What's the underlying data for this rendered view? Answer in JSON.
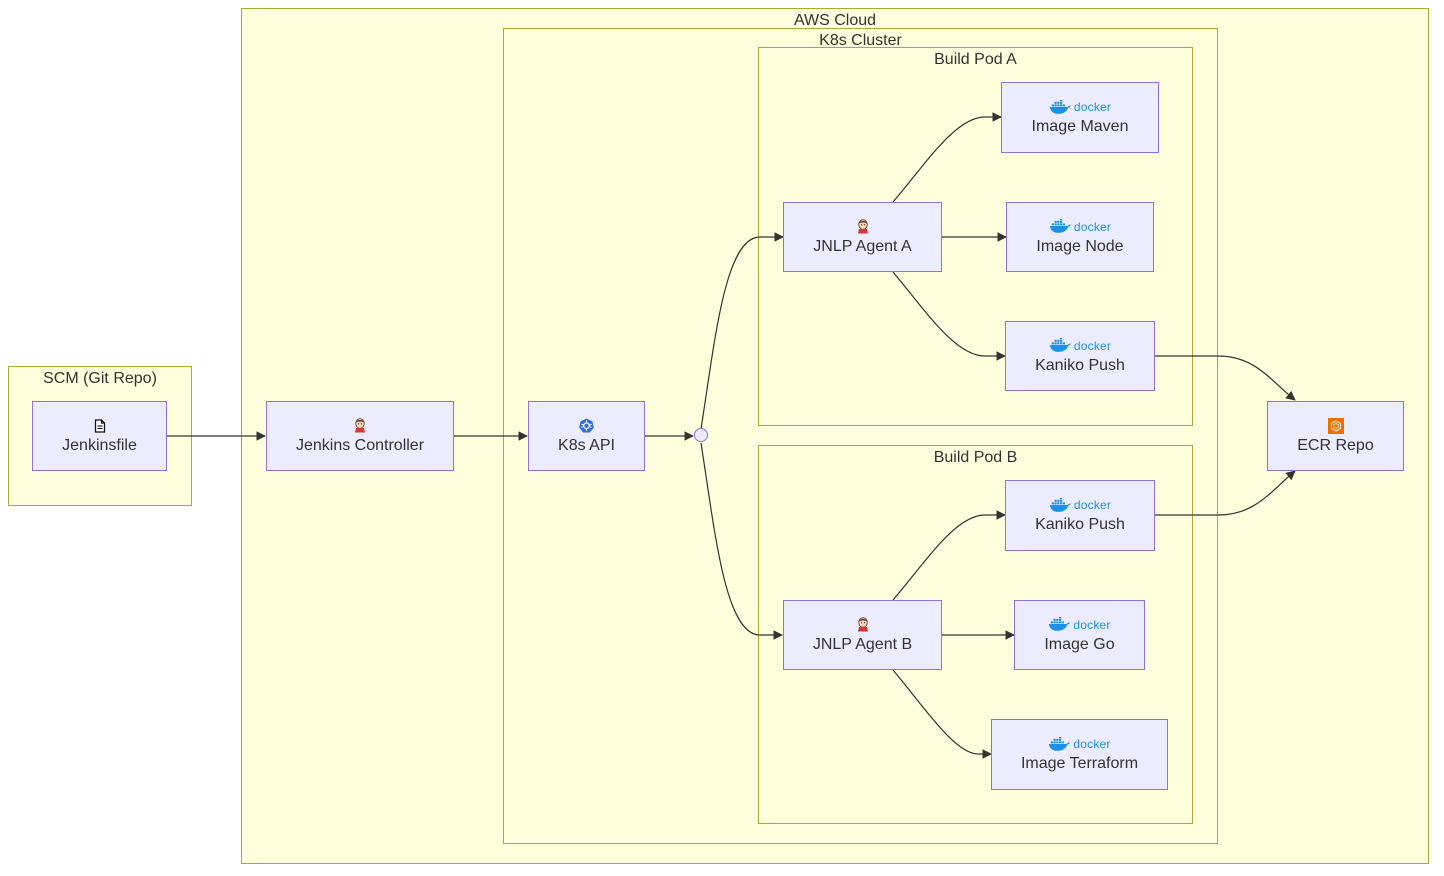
{
  "clusters": {
    "scm": "SCM (Git Repo)",
    "aws": "AWS Cloud",
    "k8s": "K8s Cluster",
    "pod_a": "Build Pod A",
    "pod_b": "Build Pod B"
  },
  "nodes": {
    "jenkinsfile": "Jenkinsfile",
    "controller": "Jenkins Controller",
    "k8s_api": "K8s API",
    "agent_a": "JNLP Agent A",
    "image_maven": "Image Maven",
    "image_node": "Image Node",
    "kaniko_a": "Kaniko Push",
    "agent_b": "JNLP Agent B",
    "kaniko_b": "Kaniko Push",
    "image_go": "Image Go",
    "image_terraform": "Image Terraform",
    "ecr": "ECR Repo"
  },
  "docker_wordmark": "docker",
  "colors": {
    "cluster_fill": "#ffffde",
    "cluster_border": "#aaaa33",
    "node_fill": "#ececff",
    "node_border": "#9370db",
    "edge": "#333333",
    "docker_blue": "#1d91e6",
    "k8s_blue": "#326ce5",
    "aws_orange": "#ed7100"
  },
  "icons": {
    "jenkinsfile": "file-icon",
    "controller": "jenkins-icon",
    "k8s_api": "kubernetes-icon",
    "agents": "jenkins-icon",
    "images": "docker-icon",
    "ecr": "aws-ecr-icon"
  }
}
